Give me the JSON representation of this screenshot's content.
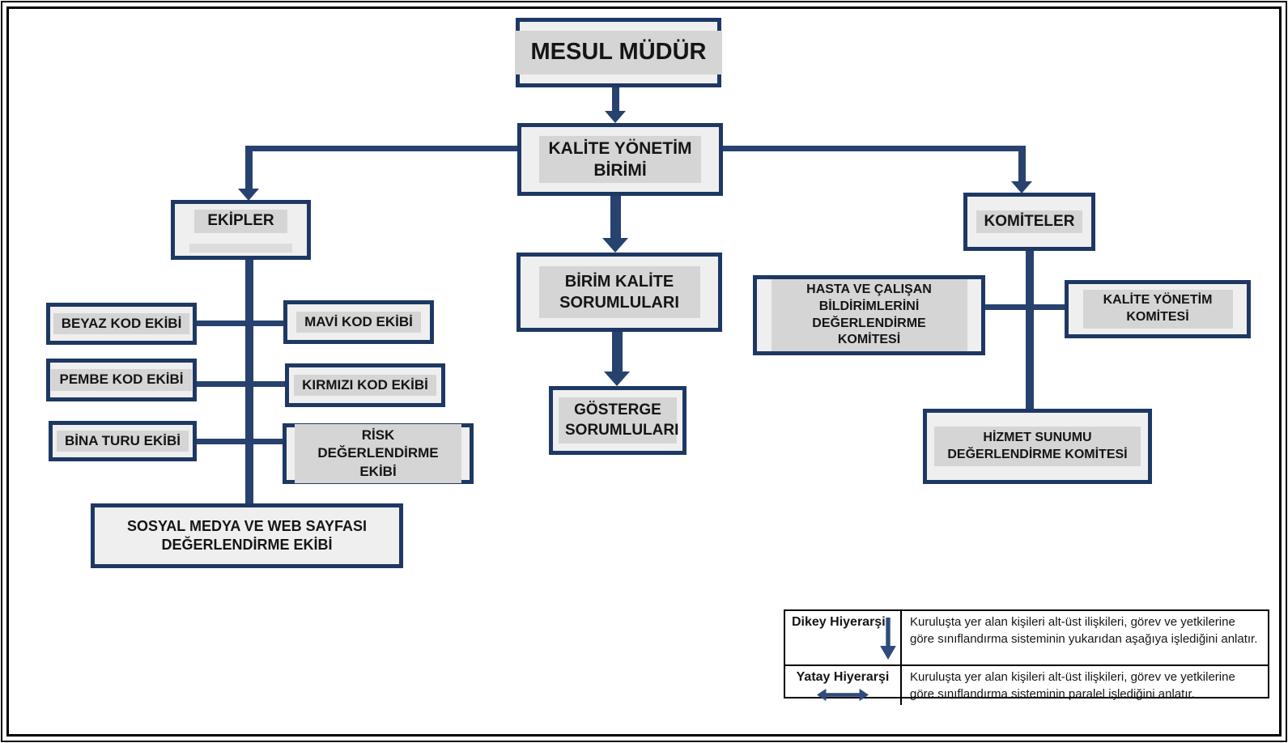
{
  "diagram": {
    "nodes": {
      "mesul": {
        "label": "MESUL MÜDÜR"
      },
      "kyb": {
        "label": "KALİTE YÖNETİM BİRİMİ"
      },
      "ekipler": {
        "label": "EKİPLER"
      },
      "birim_kalite": {
        "label": "BİRİM KALİTE SORUMLULARI"
      },
      "gosterge": {
        "label": "GÖSTERGE SORUMLULARI"
      },
      "komiteler": {
        "label": "KOMİTELER"
      },
      "beyaz_kod": {
        "label": "BEYAZ KOD EKİBİ"
      },
      "mavi_kod": {
        "label": "MAVİ KOD EKİBİ"
      },
      "pembe_kod": {
        "label": "PEMBE KOD EKİBİ"
      },
      "kirmizi_kod": {
        "label": "KIRMIZI KOD EKİBİ"
      },
      "bina_turu": {
        "label": "BİNA TURU EKİBİ"
      },
      "risk": {
        "label": "RİSK DEĞERLENDİRME EKİBİ"
      },
      "sosyal_medya": {
        "label": "SOSYAL MEDYA VE WEB SAYFASI DEĞERLENDİRME EKİBİ"
      },
      "hasta_calisan": {
        "label": "HASTA VE ÇALIŞAN BİLDİRİMLERİNİ DEĞERLENDİRME KOMİTESİ"
      },
      "kalite_yonetim_komitesi": {
        "label": "KALİTE YÖNETİM KOMİTESİ"
      },
      "hizmet_sunumu": {
        "label": "HİZMET SUNUMU DEĞERLENDİRME KOMİTESİ"
      }
    }
  },
  "legend": {
    "rows": [
      {
        "term": "Dikey Hiyerarşi",
        "icon": "down-arrow",
        "desc": "Kuruluşta yer alan kişileri alt-üst ilişkileri, görev ve yetkilerine göre sınıflandırma sisteminin yukarıdan aşağıya işlediğini anlatır."
      },
      {
        "term": "Yatay Hiyerarşi",
        "icon": "left-right-arrow",
        "desc": "Kuruluşta yer alan kişileri alt-üst ilişkileri, görev ve yetkilerine göre sınıflandırma sisteminin paralel işlediğini anlatır."
      }
    ]
  },
  "colors": {
    "box_border": "#1e3864",
    "connector": "#27426f",
    "box_fill": "#efefef",
    "box_highlight": "#d6d5d5",
    "legend_arrow": "#2e4b7b"
  }
}
